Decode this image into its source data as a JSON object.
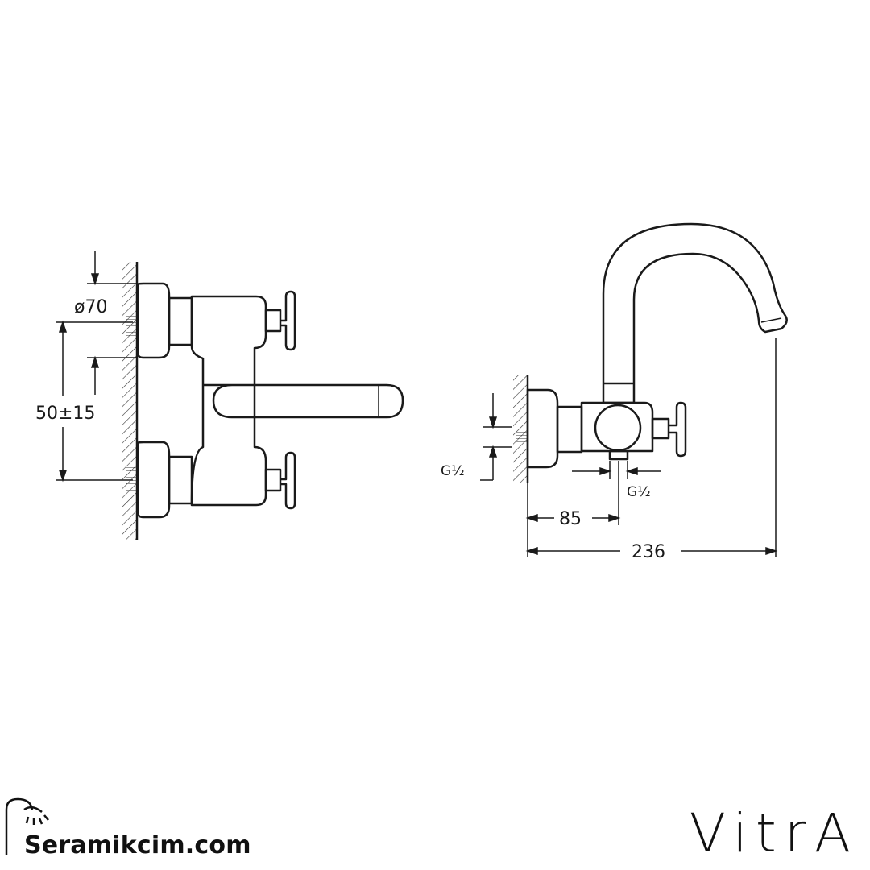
{
  "dimensions": {
    "flange_diameter": "ø70",
    "inlet_spacing": "50±15",
    "left_thread": "G½",
    "bottom_thread": "G½",
    "depth_85": "85",
    "overall_236": "236"
  },
  "watermark": {
    "text": "Seramikcim.com",
    "icon": "shower-icon"
  },
  "brand": {
    "logo_text": "VitrA"
  },
  "colors": {
    "line": "#1a1a1a",
    "background": "#ffffff"
  }
}
